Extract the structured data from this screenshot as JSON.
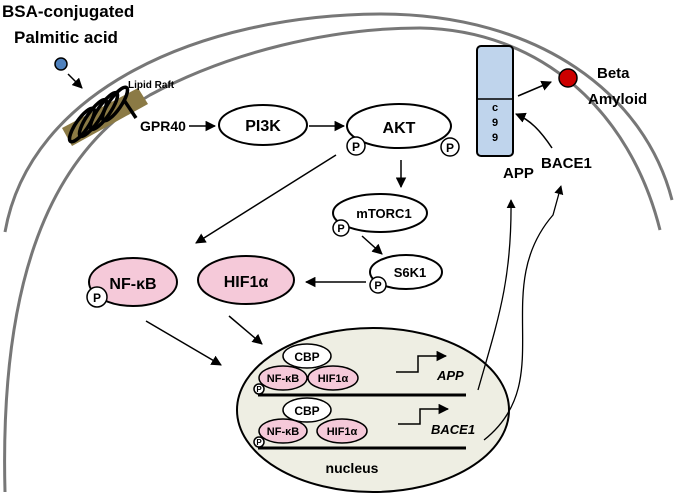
{
  "stimulus": {
    "line1": "BSA-conjugated",
    "line2": "Palmitic acid"
  },
  "membrane": {
    "raft": "Lipid Raft",
    "receptor": "GPR40"
  },
  "pathway": {
    "pi3k": "PI3K",
    "akt": "AKT",
    "mtorc1": "mTORC1",
    "s6k1": "S6K1",
    "phospho": "P"
  },
  "factors": {
    "nfkb": "NF-κB",
    "hif1a": "HIF1α",
    "cbp": "CBP"
  },
  "genes": {
    "app": "APP",
    "bace1": "BACE1"
  },
  "nucleus": {
    "label": "nucleus"
  },
  "products": {
    "app": "APP",
    "bace1": "BACE1",
    "c99_letters": [
      "c",
      "9",
      "9"
    ],
    "beta_line1": "Beta",
    "beta_line2": "Amyloid"
  },
  "colors": {
    "factor_fill": "#F5C9D9",
    "nucleus_fill": "#EEEEE3",
    "c99_fill": "#BFD4EC",
    "raft_fill": "#8B7A45",
    "amyloid_fill": "#CC0000",
    "palmitate_fill": "#4F81BD"
  }
}
